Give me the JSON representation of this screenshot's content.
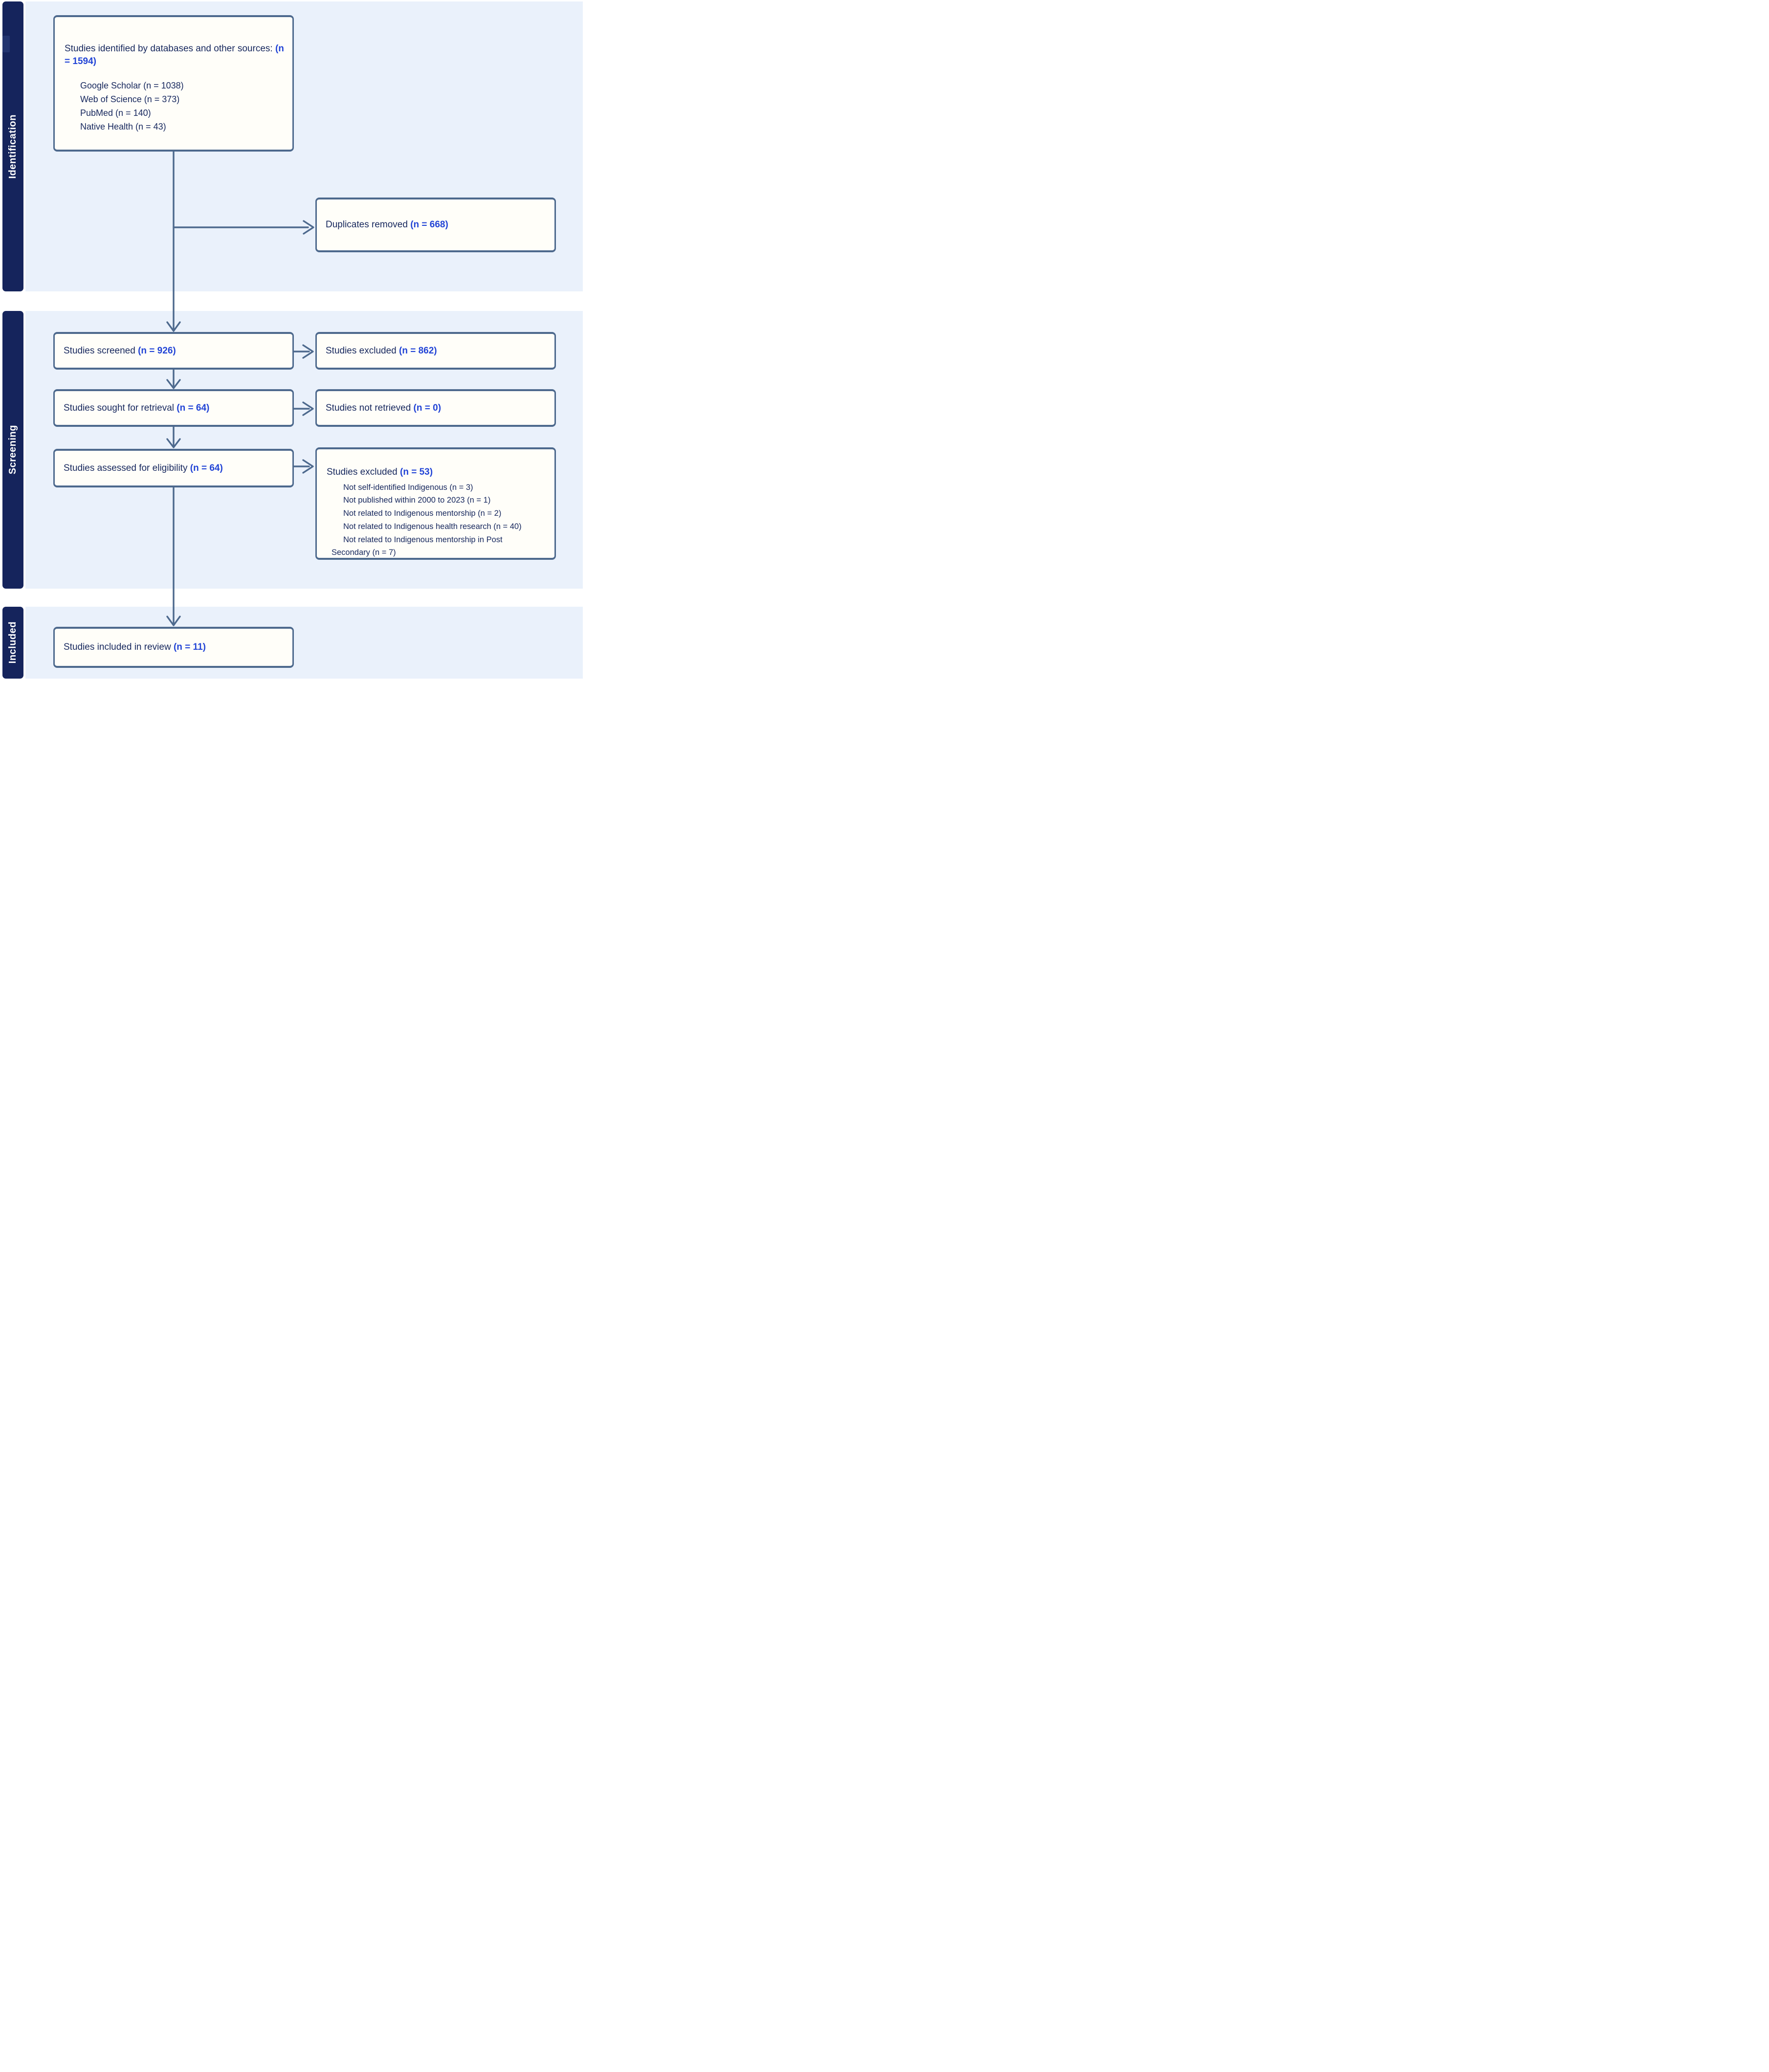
{
  "stages": {
    "identification": "Identification",
    "screening": "Screening",
    "included": "Included"
  },
  "boxes": {
    "identified": {
      "label": "Studies identified by databases and other sources: ",
      "count": "(n = 1594)",
      "sources": [
        "Google Scholar (n = 1038)",
        "Web of Science (n = 373)",
        "PubMed (n = 140)",
        "Native Health (n = 43)"
      ]
    },
    "duplicates": {
      "label": "Duplicates removed ",
      "count": "(n = 668)"
    },
    "screened": {
      "label": "Studies screened ",
      "count": "(n = 926)"
    },
    "screened_excluded": {
      "label": "Studies excluded ",
      "count": "(n = 862)"
    },
    "sought": {
      "label": "Studies sought for retrieval ",
      "count": "(n = 64)"
    },
    "not_retrieved": {
      "label": "Studies not retrieved ",
      "count": "(n = 0)"
    },
    "assessed": {
      "label": "Studies assessed for eligibility ",
      "count": "(n = 64)"
    },
    "assessed_excluded": {
      "label": "Studies excluded ",
      "count": "(n = 53)",
      "reasons": [
        "Not self-identified Indigenous (n = 3)",
        "Not published within 2000 to 2023 (n = 1)",
        "Not related to Indigenous mentorship (n = 2)",
        "Not related to Indigenous health research (n = 40)",
        "Not related to Indigenous mentorship in Post"
      ],
      "reasons_tail": "Secondary (n = 7)"
    },
    "included": {
      "label": "Studies included in review ",
      "count": "(n = 11)"
    }
  },
  "colors": {
    "navy-bar": "#15245c",
    "navy-bar-notch": "#22346f",
    "band": "#eaf1fb",
    "box-fill": "#fffef9",
    "box-border": "#4d698d",
    "arrow": "#4d698d",
    "text-navy": "#16275d",
    "count-blue": "#2244d6",
    "bar-label": "#ffffff"
  }
}
